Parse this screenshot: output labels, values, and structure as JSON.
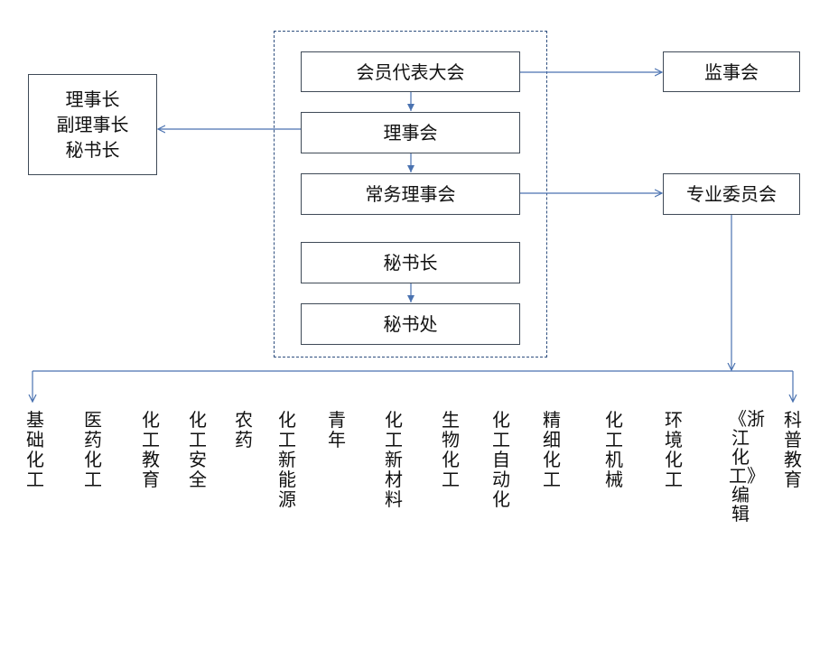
{
  "boxes": {
    "general_assembly": "会员代表大会",
    "council": "理事会",
    "standing_council": "常务理事会",
    "secretary_general": "秘书长",
    "secretariat": "秘书处",
    "supervisors": "监事会",
    "committee": "专业委员会",
    "leaders": [
      "理事长",
      "副理事长",
      "秘书长"
    ]
  },
  "committees": [
    "基础化工",
    "医药化工",
    "化工教育",
    "化工安全",
    "农药",
    "化工新能源",
    "青年",
    "化工新材料",
    "生物化工",
    "化工自动化",
    "精细化工",
    "化工机械",
    "环境化工",
    "《浙江化工》编辑",
    "科普教育"
  ]
}
